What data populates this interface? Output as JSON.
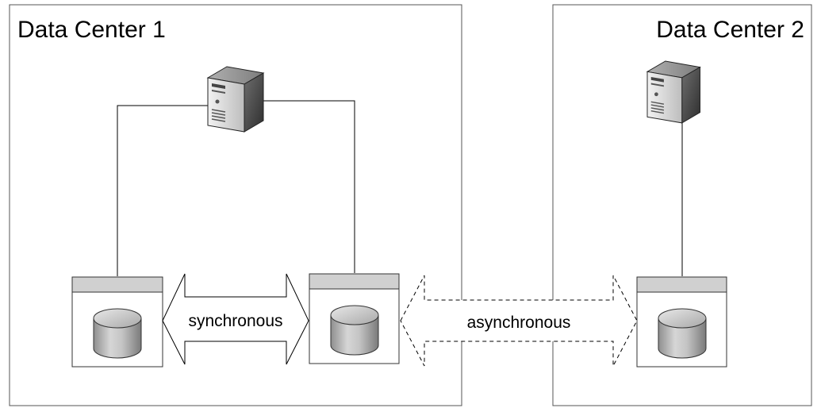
{
  "data_centers": [
    {
      "title": "Data Center 1"
    },
    {
      "title": "Data Center 2"
    }
  ],
  "links": {
    "sync_label": "synchronous",
    "async_label": "asynchronous"
  },
  "icons": {
    "server": "server-icon",
    "database": "database-icon"
  }
}
